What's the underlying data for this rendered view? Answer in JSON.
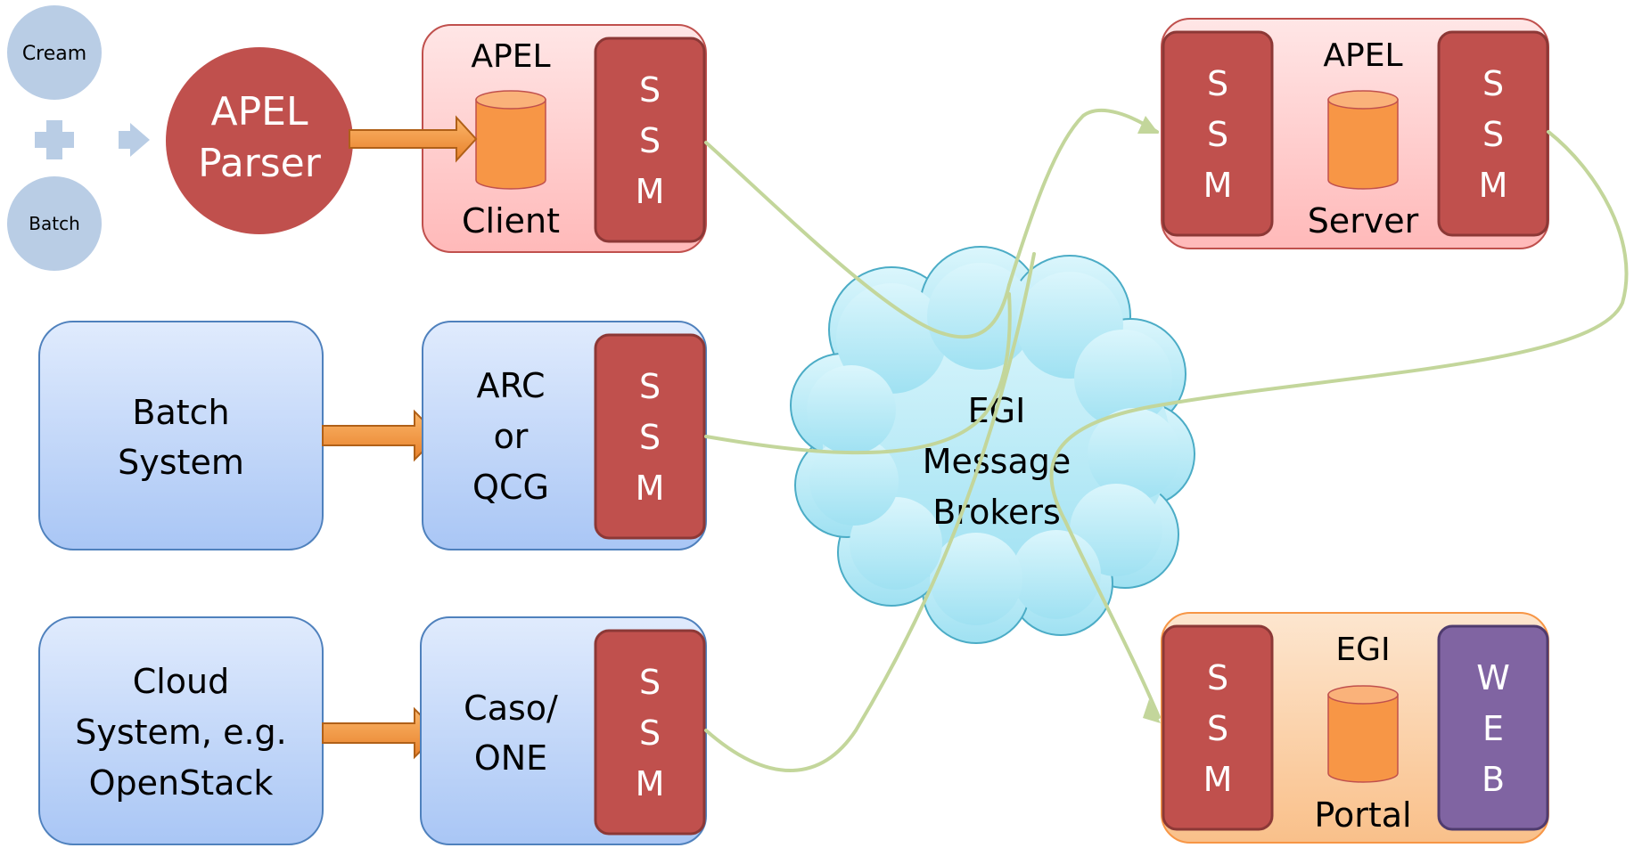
{
  "inputs": {
    "cream": "Cream",
    "batch": "Batch"
  },
  "parser": {
    "line1": "APEL",
    "line2": "Parser"
  },
  "apel_client": {
    "title": "APEL",
    "caption": "Client",
    "ssm": [
      "S",
      "S",
      "M"
    ]
  },
  "batch_system": {
    "line1": "Batch",
    "line2": "System"
  },
  "arc": {
    "line1": "ARC",
    "line2": "or",
    "line3": "QCG",
    "ssm": [
      "S",
      "S",
      "M"
    ]
  },
  "cloud_system": {
    "line1": "Cloud",
    "line2": "System, e.g.",
    "line3": "OpenStack"
  },
  "caso": {
    "line1": "Caso/",
    "line2": "ONE",
    "ssm": [
      "S",
      "S",
      "M"
    ]
  },
  "broker": {
    "line1": "EGI",
    "line2": "Message",
    "line3": "Brokers"
  },
  "apel_server": {
    "title": "APEL",
    "caption": "Server",
    "ssm_left": [
      "S",
      "S",
      "M"
    ],
    "ssm_right": [
      "S",
      "S",
      "M"
    ]
  },
  "portal": {
    "title": "EGI",
    "caption": "Portal",
    "ssm": [
      "S",
      "S",
      "M"
    ],
    "web": [
      "W",
      "E",
      "B"
    ]
  },
  "colors": {
    "red_box": "#c0504d",
    "pink_fill": "#ffd5d5",
    "blue_fill": "#c9dcfa",
    "orange_fill": "#fbd3a8",
    "purple": "#8064a2",
    "cylinder": "#f79646",
    "cloud": "#b7ecf7",
    "connector": "#c3d69b",
    "input_circle": "#b9cde5"
  }
}
